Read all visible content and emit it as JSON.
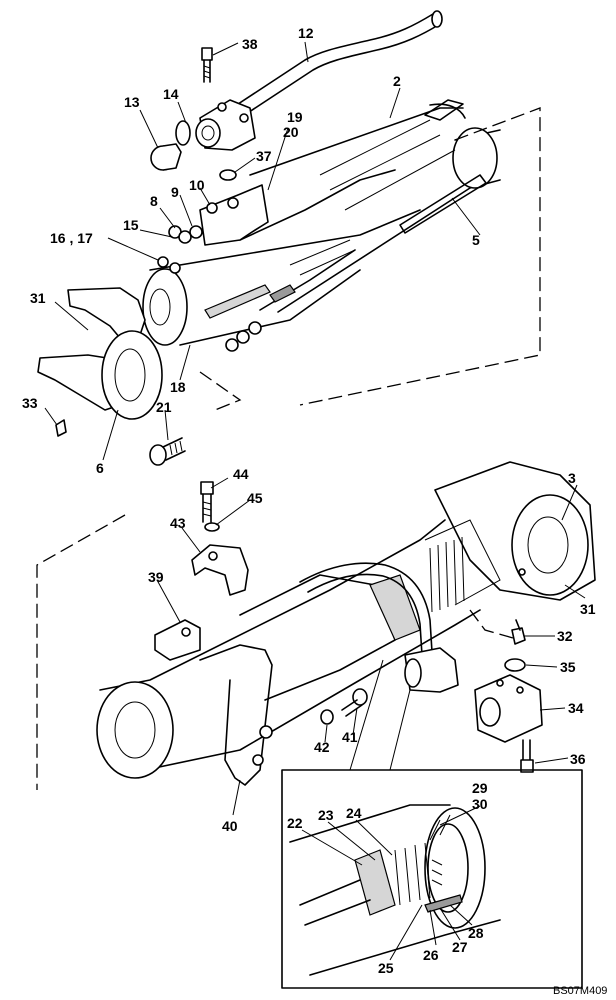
{
  "drawing_code": "BS07M409",
  "callouts": {
    "c2": "2",
    "c3": "3",
    "c5": "5",
    "c6": "6",
    "c8": "8",
    "c9": "9",
    "c10": "10",
    "c12": "12",
    "c13": "13",
    "c14": "14",
    "c15": "15",
    "c16_17": "16 , 17",
    "c18": "18",
    "c19": "19",
    "c20": "20",
    "c21": "21",
    "c22": "22",
    "c23": "23",
    "c24": "24",
    "c25": "25",
    "c26": "26",
    "c27": "27",
    "c28": "28",
    "c29": "29",
    "c30": "30",
    "c31a": "31",
    "c31b": "31",
    "c32": "32",
    "c33": "33",
    "c34": "34",
    "c35": "35",
    "c36": "36",
    "c37": "37",
    "c38": "38",
    "c39": "39",
    "c40": "40",
    "c41": "41",
    "c42": "42",
    "c43": "43",
    "c44": "44",
    "c45": "45"
  }
}
